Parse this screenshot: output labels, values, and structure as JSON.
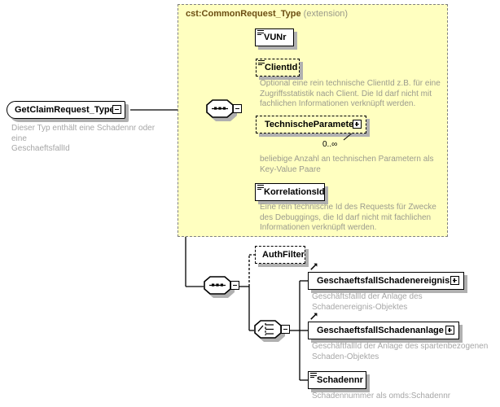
{
  "diagram": {
    "type": "xml-schema-diagram",
    "root": {
      "name": "GetClaimRequest_Type",
      "description": "Dieser Typ enthält eine Schadennr oder eine\nGeschaeftsfallId",
      "collapse_icon": "minus"
    },
    "extension": {
      "type_name": "cst:CommonRequest_Type",
      "kind_label": "(extension)",
      "compositor": "sequence",
      "children": [
        {
          "name": "VUNr",
          "occurrence": "required",
          "icon": "element-icon",
          "description": ""
        },
        {
          "name": "ClientId",
          "occurrence": "optional",
          "icon": "element-icon",
          "description": "Optional eine rein technische ClientId z.B. für eine\nZugriffsstatistik nach Client. Die Id darf nicht mit\nfachlichen Informationen verknüpft werden."
        },
        {
          "name": "TechnischeParameter",
          "occurrence": "optional",
          "icon": "expand-plus-icon",
          "cardinality": "0..∞",
          "description": "beliebige Anzahl an technischen Parametern als\nKey-Value Paare"
        },
        {
          "name": "KorrelationsId",
          "occurrence": "required",
          "icon": "element-icon",
          "description": "Eine rein technische Id des Requests für Zwecke\ndes Debuggings, die Id darf nicht mit fachlichen\nInformationen verknüpft werden."
        }
      ]
    },
    "body": {
      "compositor": "sequence",
      "children": [
        {
          "name": "AuthFilter",
          "occurrence": "optional",
          "icon": "none",
          "description": ""
        }
      ],
      "choice": {
        "compositor": "choice",
        "collapse_icon": "minus",
        "children": [
          {
            "name": "GeschaeftsfallSchadenereignis",
            "occurrence": "required",
            "icon": "ref-arrow-icon",
            "expand": "plus",
            "description": "GeschäftsfallId der Anlage des\nSchadenereignis-Objektes"
          },
          {
            "name": "GeschaeftsfallSchadenanlage",
            "occurrence": "required",
            "icon": "ref-arrow-icon",
            "expand": "plus",
            "description": "GeschäftfallId der Anlage des spartenbezogenen\nSchaden-Objektes"
          },
          {
            "name": "Schadennr",
            "occurrence": "required",
            "icon": "element-icon",
            "description": "Schadennummer als omds:Schadennr"
          }
        ]
      }
    },
    "colors": {
      "extension_fill": "#ffffc0",
      "extension_border": "#808080",
      "node_border": "#000000",
      "node_fill": "#ffffff",
      "shadow": "#b0b0b0",
      "description_text": "#9b9b8e",
      "title_text": "#6b4d12"
    }
  }
}
